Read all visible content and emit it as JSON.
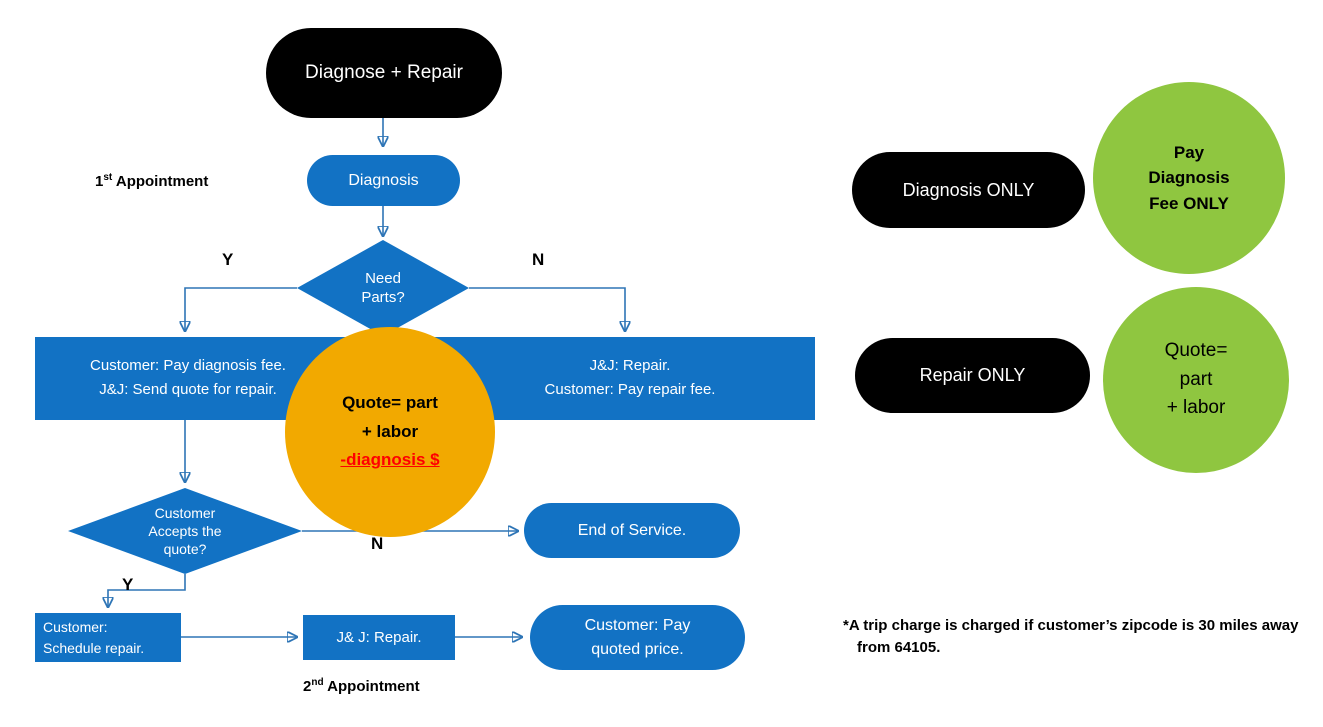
{
  "colors": {
    "shape_blue": "#1272C4",
    "connector_blue": "#2E75B6",
    "black": "#000000",
    "orange": "#F2A900",
    "green": "#8FC640",
    "red_text": "#FF0000",
    "white": "#FFFFFF"
  },
  "flow": {
    "start": "Diagnose + Repair",
    "appt1": {
      "num": "1",
      "sup": "st",
      "rest": " Appointment"
    },
    "diagnosis": "Diagnosis",
    "need_parts": {
      "line1": "Need",
      "line2": "Parts?"
    },
    "label_y1": "Y",
    "label_n1": "N",
    "bar_left": {
      "line1": "Customer: Pay diagnosis fee.",
      "line2": "J&J: Send quote for repair."
    },
    "bar_right": {
      "line1": "J&J: Repair.",
      "line2": "Customer: Pay repair fee."
    },
    "quote_circle": {
      "line1": "Quote= part",
      "line2": "+ labor",
      "line3": "-diagnosis $"
    },
    "accepts": {
      "line1": "Customer",
      "line2": "Accepts the",
      "line3": "quote?"
    },
    "label_n2": "N",
    "label_y2": "Y",
    "end_of_service": "End of Service.",
    "schedule": {
      "line1": "Customer:",
      "line2": "Schedule repair."
    },
    "jj_repair": "J& J: Repair.",
    "pay_quoted": {
      "line1": "Customer: Pay",
      "line2": "quoted price."
    },
    "appt2": {
      "num": "2",
      "sup": "nd",
      "rest": " Appointment"
    }
  },
  "legend": {
    "diagnosis_only": "Diagnosis ONLY",
    "pay_diagnosis": {
      "line1": "Pay",
      "line2": "Diagnosis",
      "line3": "Fee ONLY"
    },
    "repair_only": "Repair ONLY",
    "quote_green": {
      "line1": "Quote=",
      "line2": "part",
      "line3": "+ labor"
    }
  },
  "footnote": {
    "line1": "*A trip charge is charged if customer’s zipcode is 30 miles away",
    "line2": "from 64105."
  }
}
